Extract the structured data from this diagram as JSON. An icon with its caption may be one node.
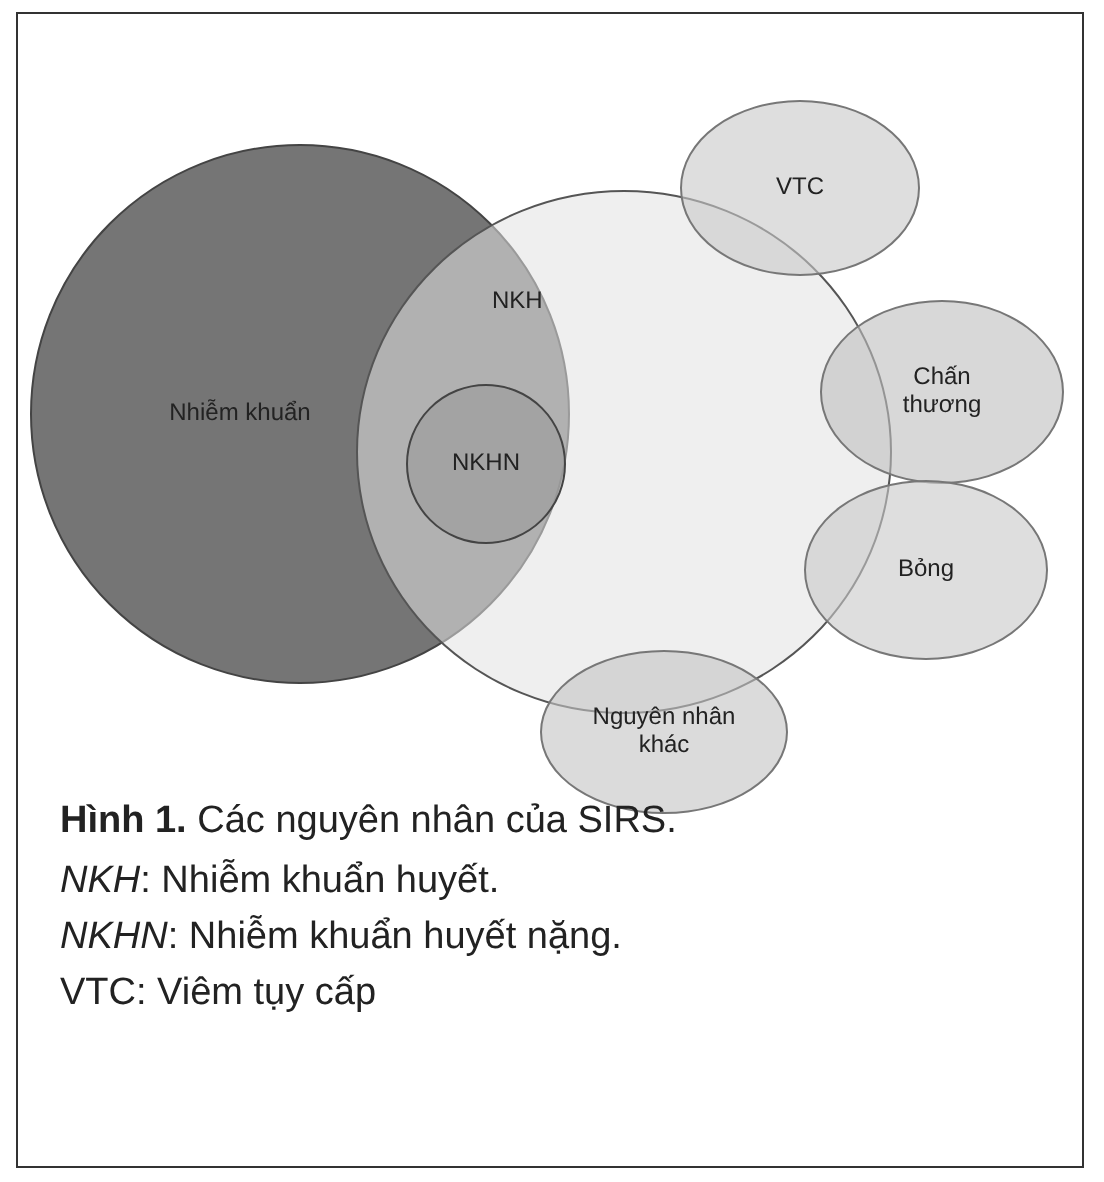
{
  "diagram": {
    "caption": "**Hình 1.** Các nguyên nhân của SIRS.",
    "nodes": [
      {
        "text": [
          "Nhiễm khuẩn"
        ]
      },
      {
        "text": [],
        "shape": "circle"
      },
      {
        "text": [
          "NKHN"
        ]
      },
      {
        "text": [
          "VTC"
        ]
      },
      {
        "text": [
          "Chấn thương"
        ]
      },
      {
        "text": [
          "Bỏng"
        ]
      },
      {
        "text": [
          "Nguyên nhân khác"
        ]
      }
    ],
    "edges": [],
    "labels": [
      "NKH",
      "*NKH*: Nhiễm khuẩn huyết.",
      "*NKHN*: Nhiễm khuẩn huyết nặng.",
      "VTC: Viêm tụy cấp"
    ]
  }
}
